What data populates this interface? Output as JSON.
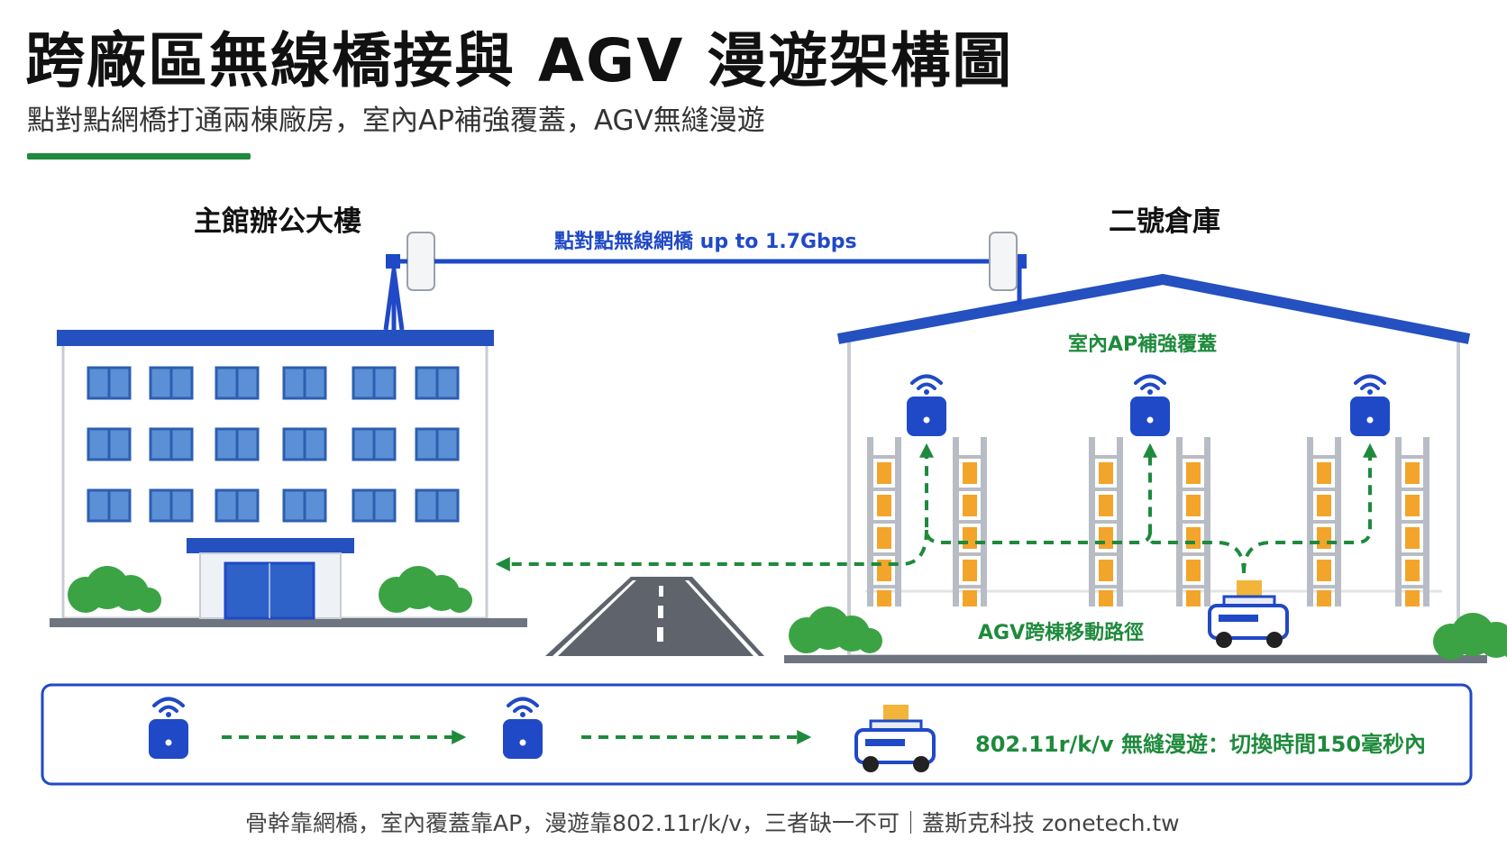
{
  "title": "跨廠區無線橋接與 AGV 漫遊架構圖",
  "subtitle": "點對點網橋打通兩棟廠房，室內AP補強覆蓋，AGV無縫漫遊",
  "buildings": {
    "main_label": "主館辦公大樓",
    "warehouse_label": "二號倉庫"
  },
  "bridge_link": {
    "label": "點對點無線網橋 up to 1.7Gbps",
    "color": "#1f49c6"
  },
  "warehouse": {
    "ap_label": "室內AP補強覆蓋",
    "agv_path_label": "AGV跨棟移動路徑"
  },
  "legend": {
    "text": "802.11r/k/v 無縫漫遊：切換時間150毫秒內"
  },
  "footer": "骨幹靠網橋，室內覆蓋靠AP，漫遊靠802.11r/k/v，三者缺一不可｜蓋斯克科技 zonetech.tw",
  "colors": {
    "accent_green": "#1e8a3c",
    "brand_blue": "#1f49c6",
    "roof_blue": "#2450c0",
    "box_orange": "#f2a52a"
  },
  "icons": [
    "wifi-ap-icon",
    "bridge-antenna-icon",
    "agv-robot-icon",
    "shrub-icon",
    "road-icon"
  ]
}
